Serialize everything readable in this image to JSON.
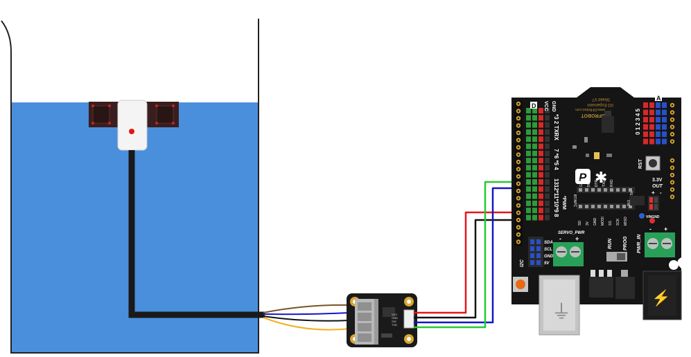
{
  "shield": {
    "brand": "DFROBOT",
    "site": "www.DFRobot.com",
    "model": "I/O Expansion",
    "version": "Shield V7",
    "d_label": "D",
    "a_label": "A",
    "vcc_top": "VCC",
    "gnd_top": "GND",
    "pins_upper": "0 1 2 3 4 5",
    "vcc_right": "VCC",
    "gnd_right": "GND",
    "txrx": "*3 2 TXRX",
    "pins_mid": "7 *6 *5 4",
    "pins_low": "1312*11*10*9 8",
    "pwm": "*PWM",
    "rst": "RST",
    "v33": "3.3V",
    "out": "OUT",
    "vingnd": "VINGND",
    "bt_apc": "BT/APC",
    "header_top": [
      "GND",
      "5V",
      "DTR",
      "TXD",
      "RXD"
    ],
    "header_bottom": [
      "SD",
      "3V",
      "GND",
      "MOSI",
      "SS",
      "SCK",
      "MISO"
    ],
    "icsp_3v3": "3V3",
    "icsp_5v": "5V",
    "servo_pwr": "SERVO_PWR",
    "i2c": "I2C",
    "i2c_pins": [
      "SDA",
      "SCL",
      "GND",
      "5V"
    ],
    "run": "RUN",
    "prog": "PROG",
    "pwr_in": "PWR_IN",
    "minus": "-",
    "plus": "+"
  },
  "adapter": {
    "pins": [
      "VCC",
      "GND",
      "SIG",
      "TXD"
    ]
  },
  "wires": {
    "colors": {
      "red": "#e8141c",
      "black": "#111111",
      "blue": "#1414c8",
      "green": "#22cc33",
      "brown": "#7a5224",
      "yellow": "#f0b020"
    }
  },
  "tank": {
    "water_color": "#4a8fdc"
  }
}
